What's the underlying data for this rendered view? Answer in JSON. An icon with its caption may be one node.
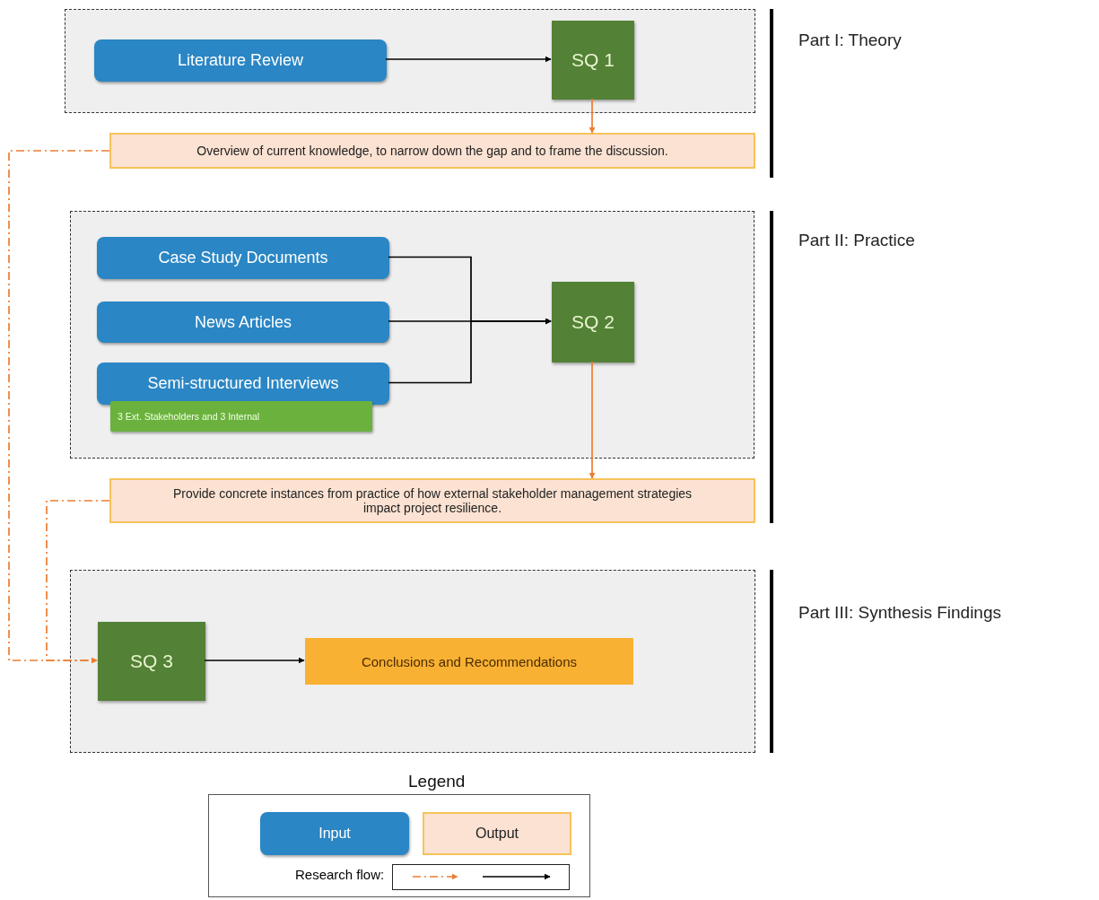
{
  "diagram": {
    "nodes": [
      {
        "text": [],
        "shape": "box",
        "beside": [
          "Part I: Theory"
        ]
      },
      {
        "text": [
          "Literature Review"
        ],
        "in": 0
      },
      {
        "text": [
          "SQ 1"
        ],
        "in": 0
      },
      {
        "text": [
          "Overview of current knowledge, to narrow down the gap and to frame the discussion."
        ]
      },
      {
        "text": [],
        "shape": "box",
        "beside": [
          "Part II: Practice"
        ]
      },
      {
        "text": [
          "Case Study Documents"
        ],
        "in": 4
      },
      {
        "text": [
          "News Articles"
        ],
        "in": 4
      },
      {
        "text": [
          "Semi-structured Interviews"
        ],
        "in": 4
      },
      {
        "text": [
          "3 Ext. Stakeholders and 3 Internal"
        ],
        "in": 4
      },
      {
        "text": [
          "SQ 2"
        ],
        "in": 4
      },
      {
        "text": [
          "Provide concrete instances from practice of how external stakeholder management strategies impact project resilience."
        ]
      },
      {
        "text": [],
        "shape": "box",
        "beside": [
          "Part III: Synthesis Findings"
        ]
      },
      {
        "text": [
          "SQ 3"
        ],
        "in": 11
      },
      {
        "text": [
          "Conclusions and Recommendations"
        ],
        "in": 11
      }
    ],
    "edges": [
      {
        "from": 1,
        "to": 2,
        "arrow": "to"
      },
      {
        "from": 2,
        "to": 3,
        "arrow": "to",
        "color": "#ed7d31"
      },
      {
        "from": 5,
        "to": 9,
        "arrow": "to"
      },
      {
        "from": 6,
        "to": 9,
        "arrow": "to"
      },
      {
        "from": 7,
        "to": 9,
        "arrow": "to"
      },
      {
        "from": 9,
        "to": 10,
        "arrow": "to",
        "color": "#ed7d31"
      },
      {
        "from": 3,
        "to": 12,
        "arrow": "to",
        "style": "dashed",
        "color": "#ed7d31"
      },
      {
        "from": 10,
        "to": 12,
        "arrow": "to",
        "style": "dashed",
        "color": "#ed7d31"
      },
      {
        "from": 12,
        "to": 13,
        "arrow": "to"
      }
    ],
    "labels": [
      "Legend"
    ],
    "legend": [
      {
        "text": "Input",
        "color": "#2a86c4"
      },
      {
        "text": "Output",
        "color": "#fbe2d2"
      },
      {
        "text": "Research flow:"
      }
    ]
  }
}
